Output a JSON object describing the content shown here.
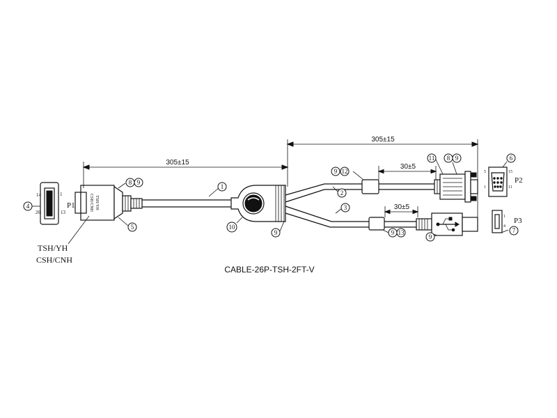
{
  "title": "CABLE-26P-TSH-2FT-V",
  "dimensions": {
    "main_length": "305±15",
    "branch_length": "305±15",
    "vga_ferrite_offset": "30±5",
    "usb_ferrite_offset": "30±5"
  },
  "connectors": {
    "p1": {
      "label": "P1",
      "pins": {
        "top_left": "14",
        "top_right": "1",
        "bottom_left": "26",
        "bottom_right": "13"
      }
    },
    "p2": {
      "label": "P2",
      "pins": {
        "top_left": "5",
        "top_right": "15",
        "bottom_left": "1",
        "bottom_right": "11"
      }
    },
    "p3": {
      "label": "P3",
      "pins": {
        "top": "1",
        "bottom": "4"
      }
    }
  },
  "housing_text": {
    "line1": "TSH/YH",
    "line2": "CSH/CNH"
  },
  "plug_side_text": {
    "line1": "TSH/YH",
    "line2": "CSH/CNH"
  },
  "balloons": {
    "b1": "1",
    "b2": "2",
    "b3": "3",
    "b4": "4",
    "b5": "5",
    "b6": "6",
    "b7": "7",
    "b8": "8",
    "b9": "9",
    "b10": "10",
    "b11": "11",
    "b12": "12",
    "b13": "13"
  },
  "colors": {
    "line": "#111111",
    "background": "#ffffff"
  }
}
